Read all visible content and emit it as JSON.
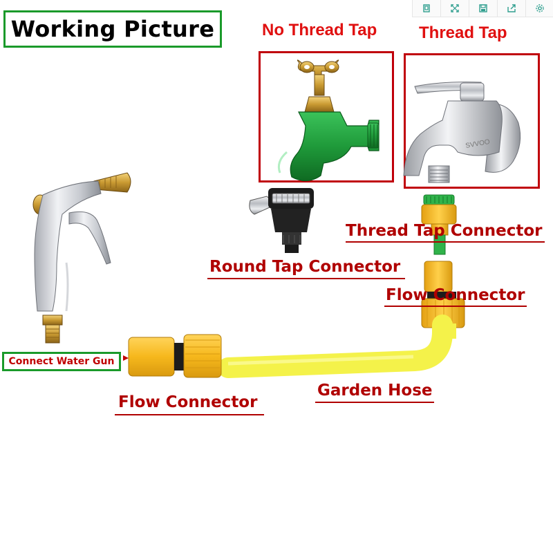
{
  "title": "Working Picture",
  "no_thread_tap_label": "No Thread Tap",
  "thread_tap_label": "Thread Tap",
  "thread_tap_brand": "SVVOO",
  "round_tap_connector_label": "Round Tap Connector",
  "thread_tap_connector_label": "Thread Tap Connector",
  "flow_connector_right_label": "Flow Connector",
  "flow_connector_left_label": "Flow Connector",
  "garden_hose_label": "Garden Hose",
  "connect_water_gun_label": "Connect Water Gun",
  "toolbar": {
    "icons": [
      "copy-icon",
      "fullscreen-icon",
      "save-icon",
      "share-icon",
      "settings-icon"
    ]
  },
  "colors": {
    "label_red": "#e01010",
    "label_dark_red": "#b00000",
    "frame_green": "#1a9a2a",
    "hose_yellow": "#f4f24a",
    "connector_orange": "#f6b81c",
    "tap_green": "#1f9a3a"
  }
}
